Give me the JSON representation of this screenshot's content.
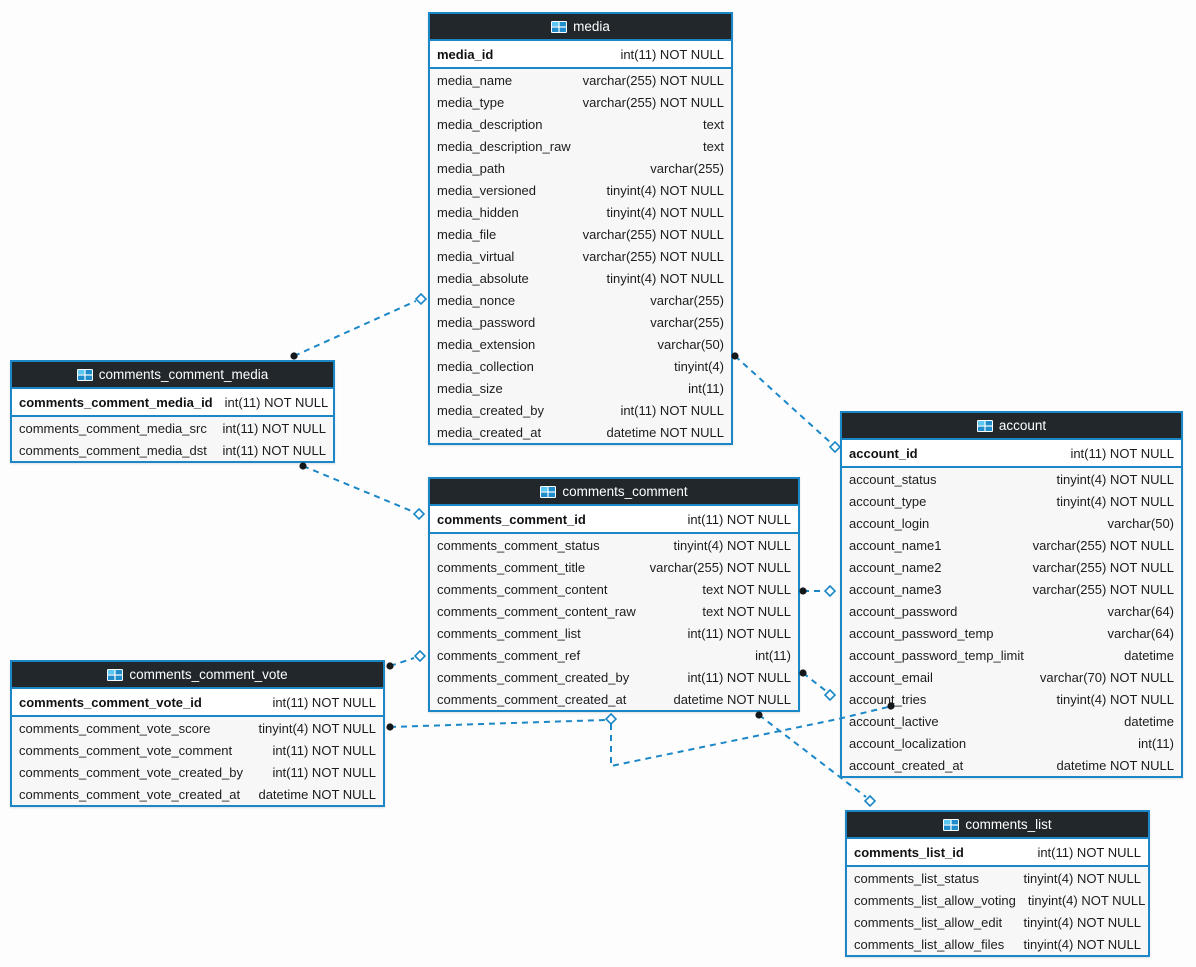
{
  "diagram": {
    "colors": {
      "accent": "#1b87c7",
      "header_bg": "#22272b",
      "header_text": "#ffffff",
      "pk_row_bg": "#ffffff",
      "row_bg": "#f7f7f7",
      "row_text": "#1c1c1c",
      "endpoint_dot": "#14181b",
      "canvas_bg": "#fdfdfd",
      "icon_blue": "#1f8dcc",
      "icon_light_blue": "#5ac8f2"
    },
    "tables": [
      {
        "id": "media",
        "title": "media",
        "icon": "table-icon",
        "pk": {
          "name": "media_id",
          "type": "int(11) NOT NULL"
        },
        "columns": [
          {
            "name": "media_name",
            "type": "varchar(255) NOT NULL"
          },
          {
            "name": "media_type",
            "type": "varchar(255) NOT NULL"
          },
          {
            "name": "media_description",
            "type": "text"
          },
          {
            "name": "media_description_raw",
            "type": "text"
          },
          {
            "name": "media_path",
            "type": "varchar(255)"
          },
          {
            "name": "media_versioned",
            "type": "tinyint(4) NOT NULL"
          },
          {
            "name": "media_hidden",
            "type": "tinyint(4) NOT NULL"
          },
          {
            "name": "media_file",
            "type": "varchar(255) NOT NULL"
          },
          {
            "name": "media_virtual",
            "type": "varchar(255) NOT NULL"
          },
          {
            "name": "media_absolute",
            "type": "tinyint(4) NOT NULL"
          },
          {
            "name": "media_nonce",
            "type": "varchar(255)"
          },
          {
            "name": "media_password",
            "type": "varchar(255)"
          },
          {
            "name": "media_extension",
            "type": "varchar(50)"
          },
          {
            "name": "media_collection",
            "type": "tinyint(4)"
          },
          {
            "name": "media_size",
            "type": "int(11)"
          },
          {
            "name": "media_created_by",
            "type": "int(11) NOT NULL"
          },
          {
            "name": "media_created_at",
            "type": "datetime NOT NULL"
          }
        ]
      },
      {
        "id": "comments_comment_media",
        "title": "comments_comment_media",
        "icon": "table-icon",
        "pk": {
          "name": "comments_comment_media_id",
          "type": "int(11) NOT NULL"
        },
        "columns": [
          {
            "name": "comments_comment_media_src",
            "type": "int(11) NOT NULL"
          },
          {
            "name": "comments_comment_media_dst",
            "type": "int(11) NOT NULL"
          }
        ]
      },
      {
        "id": "comments_comment",
        "title": "comments_comment",
        "icon": "table-icon",
        "pk": {
          "name": "comments_comment_id",
          "type": "int(11) NOT NULL"
        },
        "columns": [
          {
            "name": "comments_comment_status",
            "type": "tinyint(4) NOT NULL"
          },
          {
            "name": "comments_comment_title",
            "type": "varchar(255) NOT NULL"
          },
          {
            "name": "comments_comment_content",
            "type": "text NOT NULL"
          },
          {
            "name": "comments_comment_content_raw",
            "type": "text NOT NULL"
          },
          {
            "name": "comments_comment_list",
            "type": "int(11) NOT NULL"
          },
          {
            "name": "comments_comment_ref",
            "type": "int(11)"
          },
          {
            "name": "comments_comment_created_by",
            "type": "int(11) NOT NULL"
          },
          {
            "name": "comments_comment_created_at",
            "type": "datetime NOT NULL"
          }
        ]
      },
      {
        "id": "comments_comment_vote",
        "title": "comments_comment_vote",
        "icon": "table-icon",
        "pk": {
          "name": "comments_comment_vote_id",
          "type": "int(11) NOT NULL"
        },
        "columns": [
          {
            "name": "comments_comment_vote_score",
            "type": "tinyint(4) NOT NULL"
          },
          {
            "name": "comments_comment_vote_comment",
            "type": "int(11) NOT NULL"
          },
          {
            "name": "comments_comment_vote_created_by",
            "type": "int(11) NOT NULL"
          },
          {
            "name": "comments_comment_vote_created_at",
            "type": "datetime NOT NULL"
          }
        ]
      },
      {
        "id": "account",
        "title": "account",
        "icon": "table-icon",
        "pk": {
          "name": "account_id",
          "type": "int(11) NOT NULL"
        },
        "columns": [
          {
            "name": "account_status",
            "type": "tinyint(4) NOT NULL"
          },
          {
            "name": "account_type",
            "type": "tinyint(4) NOT NULL"
          },
          {
            "name": "account_login",
            "type": "varchar(50)"
          },
          {
            "name": "account_name1",
            "type": "varchar(255) NOT NULL"
          },
          {
            "name": "account_name2",
            "type": "varchar(255) NOT NULL"
          },
          {
            "name": "account_name3",
            "type": "varchar(255) NOT NULL"
          },
          {
            "name": "account_password",
            "type": "varchar(64)"
          },
          {
            "name": "account_password_temp",
            "type": "varchar(64)"
          },
          {
            "name": "account_password_temp_limit",
            "type": "datetime"
          },
          {
            "name": "account_email",
            "type": "varchar(70) NOT NULL"
          },
          {
            "name": "account_tries",
            "type": "tinyint(4) NOT NULL"
          },
          {
            "name": "account_lactive",
            "type": "datetime"
          },
          {
            "name": "account_localization",
            "type": "int(11)"
          },
          {
            "name": "account_created_at",
            "type": "datetime NOT NULL"
          }
        ]
      },
      {
        "id": "comments_list",
        "title": "comments_list",
        "icon": "table-icon",
        "pk": {
          "name": "comments_list_id",
          "type": "int(11) NOT NULL"
        },
        "columns": [
          {
            "name": "comments_list_status",
            "type": "tinyint(4) NOT NULL"
          },
          {
            "name": "comments_list_allow_voting",
            "type": "tinyint(4) NOT NULL"
          },
          {
            "name": "comments_list_allow_edit",
            "type": "tinyint(4) NOT NULL"
          },
          {
            "name": "comments_list_allow_files",
            "type": "tinyint(4) NOT NULL"
          }
        ]
      }
    ],
    "relations": [
      {
        "from": "comments_comment_media",
        "to": "media"
      },
      {
        "from": "media",
        "to": "account"
      },
      {
        "from": "comments_comment_media",
        "to": "comments_comment"
      },
      {
        "from": "comments_comment_vote",
        "to": "comments_comment"
      },
      {
        "from": "comments_comment_vote",
        "to": "comments_comment"
      },
      {
        "from": "comments_comment",
        "to": "comments_list"
      },
      {
        "from": "comments_comment",
        "to": "account"
      },
      {
        "from": "comments_comment",
        "to": "account"
      },
      {
        "from": "account",
        "to": "comments_comment"
      }
    ]
  }
}
